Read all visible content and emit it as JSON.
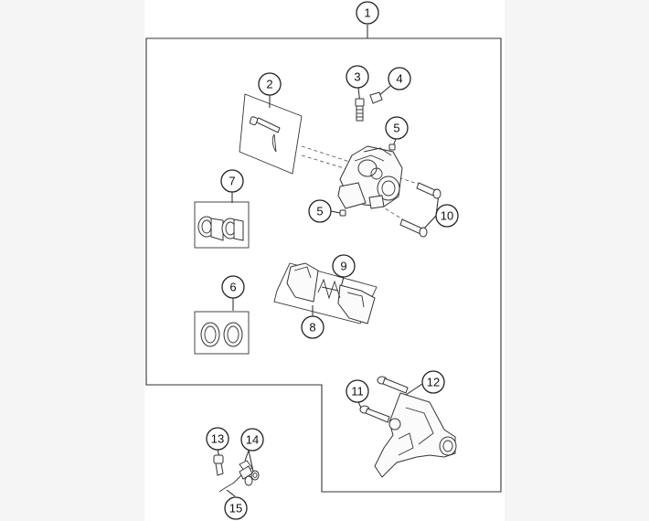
{
  "callouts": [
    {
      "label": "1"
    },
    {
      "label": "2"
    },
    {
      "label": "3"
    },
    {
      "label": "4"
    },
    {
      "label": "5"
    },
    {
      "label": "5"
    },
    {
      "label": "6"
    },
    {
      "label": "7"
    },
    {
      "label": "8"
    },
    {
      "label": "9"
    },
    {
      "label": "10"
    },
    {
      "label": "11"
    },
    {
      "label": "12"
    },
    {
      "label": "13"
    },
    {
      "label": "14"
    },
    {
      "label": "15"
    }
  ],
  "colors": {
    "line": "#333333",
    "frame": "#333333",
    "background": "#ffffff",
    "side_bands": "#f5f5f5"
  }
}
